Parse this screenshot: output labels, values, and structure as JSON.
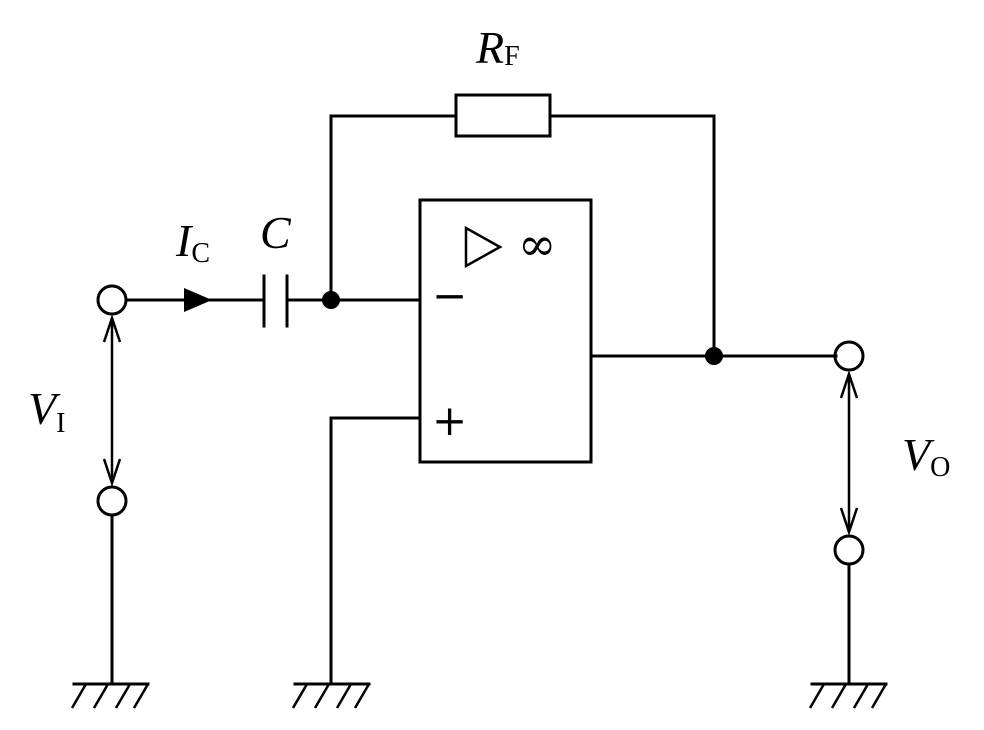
{
  "labels": {
    "feedback_resistor": {
      "main": "R",
      "sub": "F"
    },
    "capacitor": {
      "main": "C"
    },
    "input_current": {
      "main": "I",
      "sub": "C"
    },
    "input_voltage": {
      "main": "V",
      "sub": "I"
    },
    "output_voltage": {
      "main": "V",
      "sub": "O"
    }
  },
  "opamp": {
    "gain_symbol": "∞",
    "inverting_symbol": "−",
    "noninverting_symbol": "+"
  }
}
